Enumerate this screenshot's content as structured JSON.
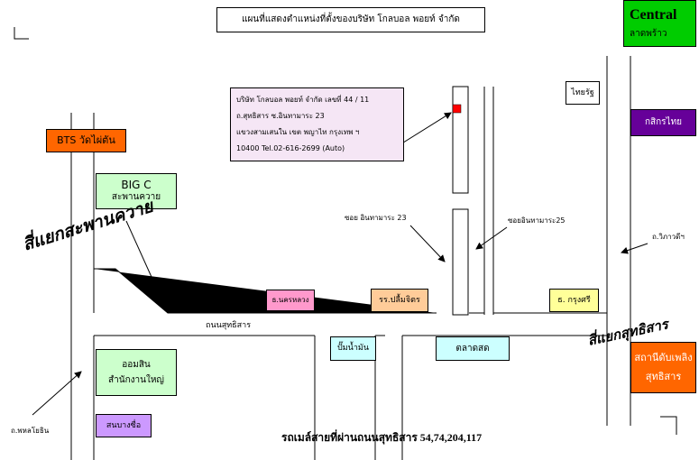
{
  "title": "แผนที่แสดงตำแหน่งที่ตั้งของบริษัท โกลบอล  พอยท์ จำกัด",
  "address": {
    "line1": "บริษัท โกลบอล พอยท์ จำกัด  เลขที่ 44 / 11",
    "line2": "ถ.สุทธิสาร ซ.อินทามาระ 23",
    "line3": "แขวงสามเสนใน  เขต พญาไท  กรุงเทพ ฯ",
    "line4": "10400  Tel.02-616-2699 (Auto)"
  },
  "landmarks": {
    "central": {
      "line1": "Central",
      "line2": "ลาดพร้าว",
      "color": "#00cc00"
    },
    "bts": {
      "label": "BTS วัดไผ่ตัน",
      "color": "#ff6600"
    },
    "bigc": {
      "line1": "BIG  C",
      "line2": "สะพานควาย",
      "color": "#ccffcc"
    },
    "thairath": {
      "label": "ไทยรัฐ"
    },
    "kasikorn": {
      "label": "กสิกรไทย",
      "color": "#660099"
    },
    "wiphawadi": {
      "label": "ถ.วิภาวดีฯ"
    },
    "nakhonluang": {
      "label": "ธ.นครหลวง",
      "color": "#ff99cc"
    },
    "school": {
      "label": "รร.ปลื้มจิตร",
      "color": "#ffcc99"
    },
    "krungsri": {
      "label": "ธ. กรุงศรี",
      "color": "#ffff99"
    },
    "gas_station": {
      "line1": "สถานีดับเพลิง",
      "line2": "สุทธิสาร",
      "color": "#ff6600"
    },
    "market": {
      "label": "ตลาดสด",
      "color": "#ccffff"
    },
    "ptt": {
      "label": "ปั๊มน้ำมัน",
      "color": "#ccffff"
    },
    "gsb": {
      "line1": "ออมสิน",
      "line2": "สำนักงานใหญ่",
      "color": "#ccffcc"
    },
    "bus_terminal": {
      "label": "สนบางซื่อ",
      "color": "#cc99ff"
    }
  },
  "roads": {
    "soi23_left": "ซอย อินทามาระ 23",
    "soi23_right": "ซอยอินทามาระ25",
    "sutthisan_road": "ถนนสุทธิสาร",
    "phahonyothin": "ถ.พหลโยธิน",
    "saphan_khwai_junction": "สี่แยกสะพานควาย",
    "sutthisan_junction": "สี่แยกสุทธิสาร"
  },
  "bus_routes": "รถเมล์สายที่ผ่านถนนสุทธิสาร 54,74,204,117",
  "colors": {
    "company_marker": "#ff0000",
    "address_box": "#f5e6f5"
  }
}
